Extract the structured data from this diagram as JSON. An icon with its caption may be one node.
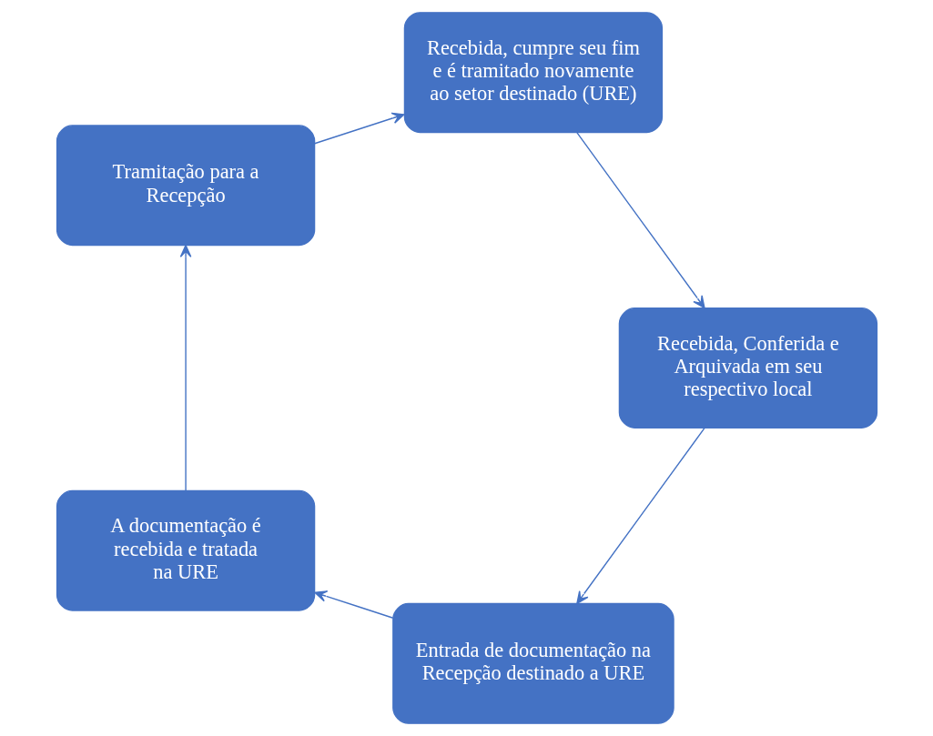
{
  "diagram": {
    "nodes": [
      {
        "text": [
          "Entrada de documentação na Recepção destinado a URE"
        ]
      },
      {
        "text": [
          "A documentação é recebida e tratada na URE"
        ]
      },
      {
        "text": [
          "Tramitação para a Recepção"
        ]
      },
      {
        "text": [
          "Recebida, cumpre seu fim e é tramitado novamente ao setor destinado (URE)"
        ]
      },
      {
        "text": [
          "Recebida, Conferida e Arquivada em seu respectivo local"
        ]
      }
    ],
    "edges": [
      {
        "from": 0,
        "to": 1,
        "arrow": "to"
      },
      {
        "from": 1,
        "to": 2,
        "arrow": "to"
      },
      {
        "from": 2,
        "to": 3,
        "arrow": "to"
      },
      {
        "from": 3,
        "to": 4,
        "arrow": "to"
      },
      {
        "from": 4,
        "to": 0,
        "arrow": "to"
      }
    ]
  }
}
